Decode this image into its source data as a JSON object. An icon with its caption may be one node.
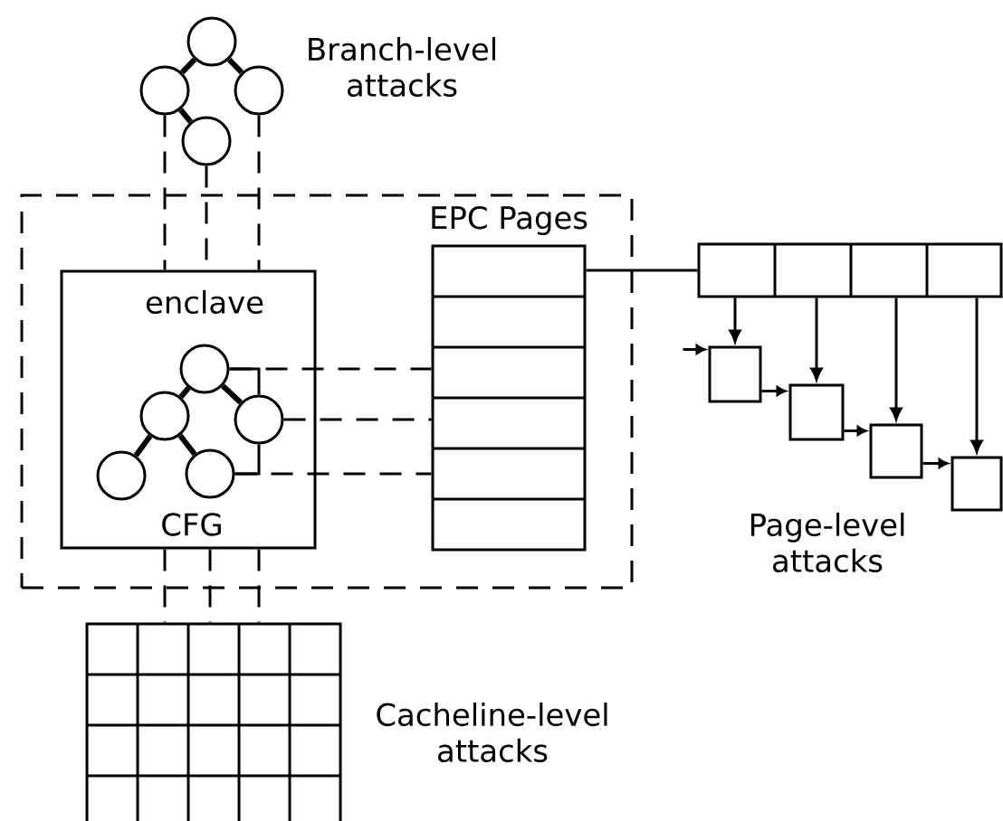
{
  "diagram": {
    "nodes": [
      {
        "text": [],
        "shape": "circle"
      },
      {
        "text": [],
        "shape": "circle"
      },
      {
        "text": [],
        "shape": "circle"
      },
      {
        "text": [],
        "shape": "circle"
      },
      {
        "text": [],
        "shape": "box"
      },
      {
        "text": [
          "EPC Pages"
        ],
        "in": 4
      },
      {
        "text": [
          "enclave",
          "CFG"
        ],
        "in": 4
      },
      {
        "text": [],
        "shape": "circle",
        "in": 6
      },
      {
        "text": [],
        "shape": "circle",
        "in": 6
      },
      {
        "text": [],
        "shape": "circle",
        "in": 6
      },
      {
        "text": [],
        "shape": "circle",
        "in": 6
      },
      {
        "text": [],
        "shape": "circle",
        "in": 6
      },
      {
        "text": [],
        "shape": "bar"
      },
      {
        "text": [],
        "shape": "box"
      },
      {
        "text": [],
        "shape": "box"
      },
      {
        "text": [],
        "shape": "box"
      },
      {
        "text": [],
        "shape": "box"
      },
      {
        "text": [],
        "shape": "box"
      }
    ],
    "edges": [
      {
        "from": 0,
        "to": 1,
        "arrow": "none",
        "style": "thick"
      },
      {
        "from": 0,
        "to": 2,
        "arrow": "none",
        "style": "thick"
      },
      {
        "from": 1,
        "to": 3,
        "arrow": "none",
        "style": "thick"
      },
      {
        "from": 7,
        "to": 8,
        "arrow": "none",
        "style": "thick"
      },
      {
        "from": 7,
        "to": 9,
        "arrow": "none",
        "style": "thick"
      },
      {
        "from": 8,
        "to": 10,
        "arrow": "none",
        "style": "thick"
      },
      {
        "from": 8,
        "to": 11,
        "arrow": "none",
        "style": "thick"
      },
      {
        "from": 7,
        "to": 9,
        "arrow": "none"
      },
      {
        "from": 9,
        "to": 11,
        "arrow": "none"
      },
      {
        "from": 1,
        "to": 6,
        "arrow": "none",
        "style": "dashed"
      },
      {
        "from": 3,
        "to": 6,
        "arrow": "none",
        "style": "dashed"
      },
      {
        "from": 2,
        "to": 6,
        "arrow": "none",
        "style": "dashed"
      },
      {
        "from": 7,
        "to": 5,
        "arrow": "none",
        "style": "dashed"
      },
      {
        "from": 9,
        "to": 5,
        "arrow": "none",
        "style": "dashed"
      },
      {
        "from": 11,
        "to": 5,
        "arrow": "none",
        "style": "dashed"
      },
      {
        "from": 6,
        "to": 17,
        "arrow": "none",
        "style": "dashed"
      },
      {
        "from": 6,
        "to": 17,
        "arrow": "none",
        "style": "dashed"
      },
      {
        "from": 6,
        "to": 17,
        "arrow": "none",
        "style": "dashed"
      },
      {
        "from": 5,
        "to": 12,
        "arrow": "none"
      },
      {
        "from": 12,
        "to": 13,
        "arrow": "to"
      },
      {
        "from": 12,
        "to": 14,
        "arrow": "to"
      },
      {
        "from": 12,
        "to": 15,
        "arrow": "to"
      },
      {
        "from": 12,
        "to": 16,
        "arrow": "to"
      },
      {
        "from": null,
        "to": 13,
        "arrow": "to"
      },
      {
        "from": 13,
        "to": 14,
        "arrow": "to"
      },
      {
        "from": 14,
        "to": 15,
        "arrow": "to"
      },
      {
        "from": 15,
        "to": 16,
        "arrow": "to"
      }
    ],
    "labels": [
      "Branch-level attacks",
      "Page-level attacks",
      "Cacheline-level attacks"
    ]
  }
}
